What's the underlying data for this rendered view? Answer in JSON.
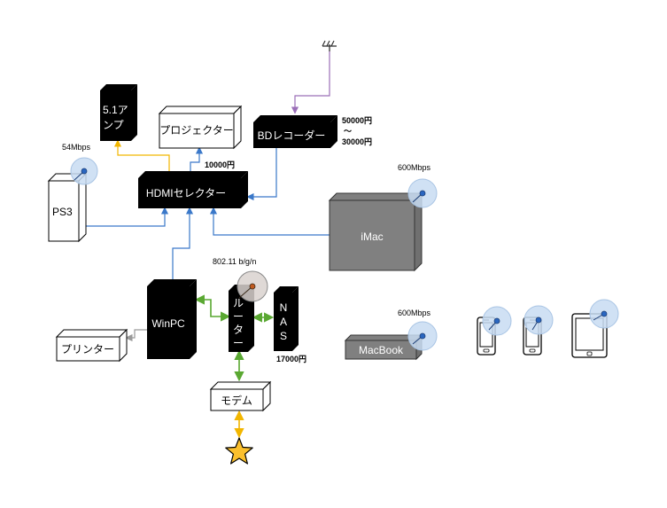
{
  "nodes": {
    "amp_line1": "5.1ア",
    "amp_line2": "ンプ",
    "projector": "プロジェクター",
    "bd_recorder": "BDレコーダー",
    "hdmi_selector": "HDMIセレクター",
    "ps3": "PS3",
    "imac": "iMac",
    "winpc": "WinPC",
    "router_chars": [
      "ル",
      "ー",
      "タ",
      "ー"
    ],
    "nas_chars": [
      "N",
      "A",
      "S"
    ],
    "printer": "プリンター",
    "macbook": "MacBook",
    "modem": "モデム"
  },
  "labels": {
    "ps3_speed": "54Mbps",
    "imac_speed": "600Mbps",
    "router_wifi": "802.11 b/g/n",
    "macbook_speed": "600Mbps",
    "selector_price": "10000円",
    "bd_price_high": "50000円",
    "bd_price_tilde": "～",
    "bd_price_low": "30000円",
    "nas_price": "17000円"
  },
  "colors": {
    "hdmi": "#3a78c9",
    "audio": "#f2b600",
    "antenna": "#9b6fb8",
    "lan": "#5aa832",
    "usb": "#9a9a9a",
    "internet": "#f2b600",
    "wifi": "#c8dcf2"
  },
  "icons": {
    "antenna": "antenna-icon",
    "internet": "star-icon",
    "phone": "smartphone-icon",
    "tablet": "tablet-icon",
    "wifi": "wifi-bubble-icon"
  }
}
